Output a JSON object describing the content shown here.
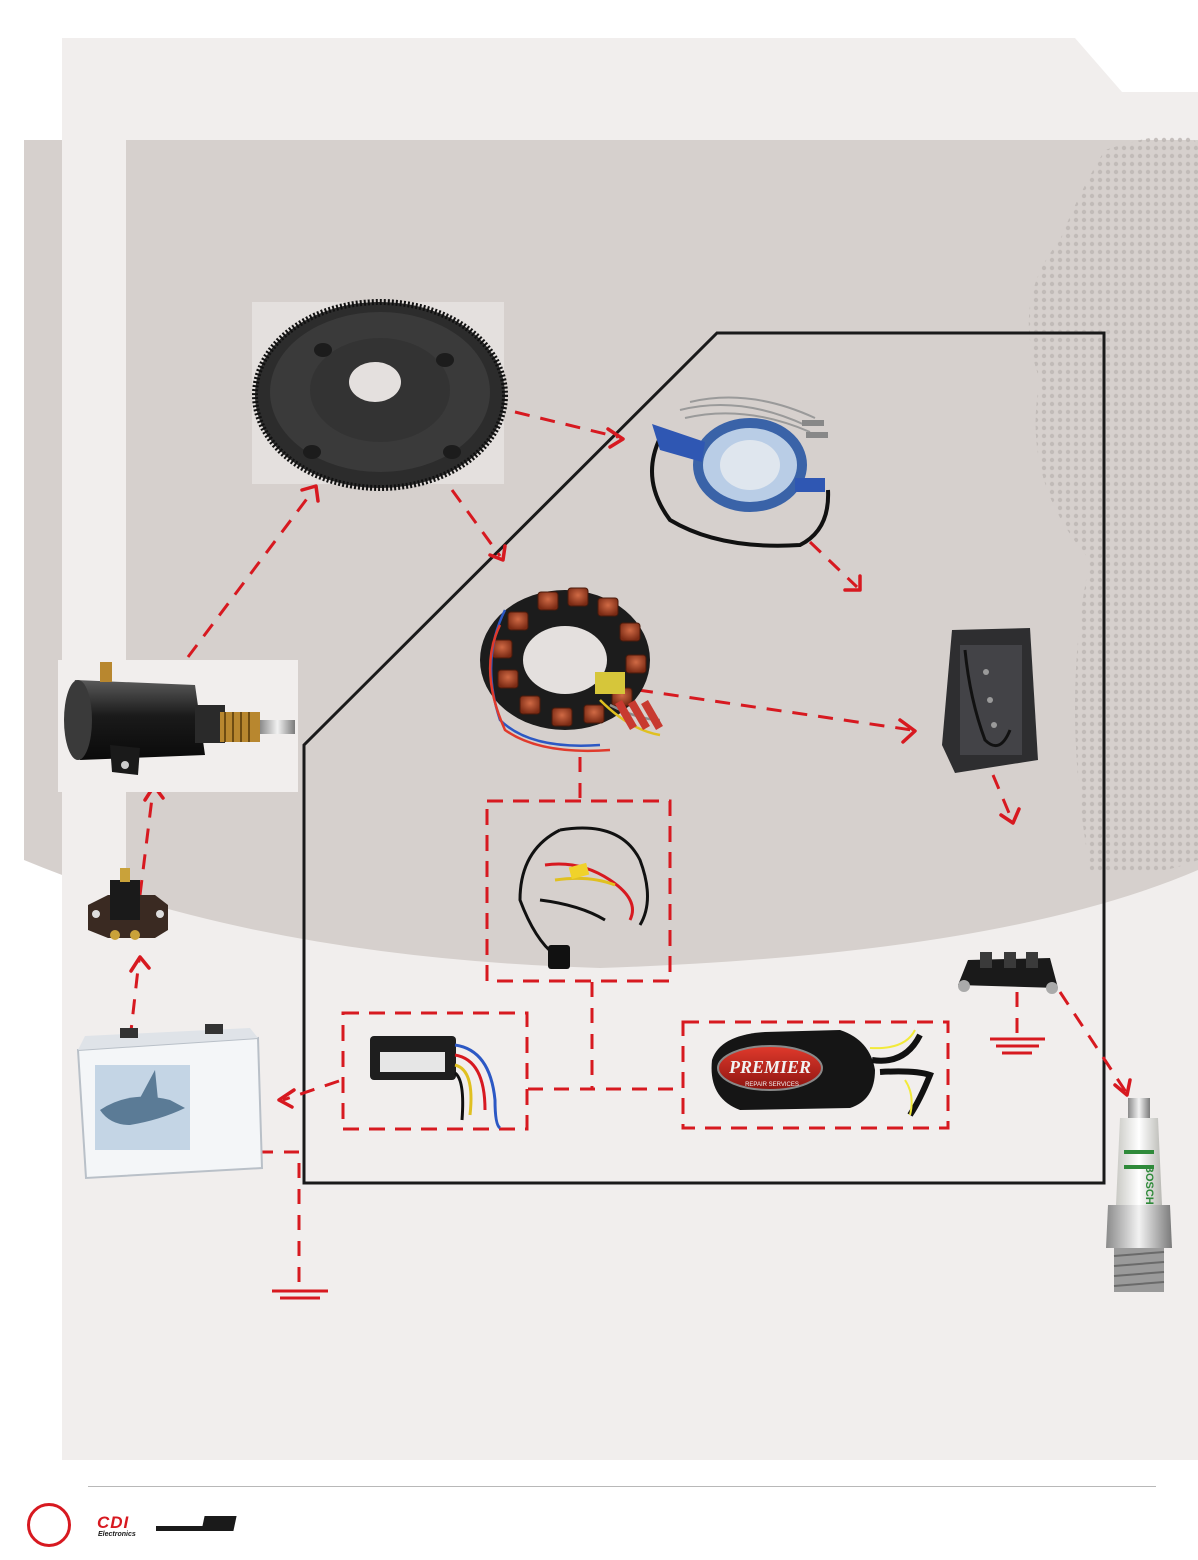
{
  "components": [
    {
      "id": "flywheel",
      "icon": "flywheel-icon"
    },
    {
      "id": "trigger",
      "icon": "trigger-coil-icon"
    },
    {
      "id": "stator",
      "icon": "stator-icon"
    },
    {
      "id": "power-pack",
      "icon": "power-pack-icon"
    },
    {
      "id": "harness",
      "icon": "wiring-harness-icon"
    },
    {
      "id": "rectifier",
      "icon": "rectifier-icon"
    },
    {
      "id": "premier",
      "icon": "premier-module-icon",
      "label": "PREMIER",
      "sublabel": "REPAIR SERVICES"
    },
    {
      "id": "coil",
      "icon": "ignition-coil-icon"
    },
    {
      "id": "spark-plug",
      "icon": "spark-plug-icon",
      "label": "BOSCH"
    },
    {
      "id": "starter",
      "icon": "starter-motor-icon"
    },
    {
      "id": "solenoid",
      "icon": "solenoid-icon"
    },
    {
      "id": "battery",
      "icon": "battery-icon"
    }
  ],
  "footer": {
    "logo_text": "CDI",
    "logo_subtext": "Electronics",
    "page_number": ""
  },
  "colors": {
    "arrow": "#d71920",
    "outline": "#1a1a1a",
    "panel": "#f1eeed",
    "band": "#d6d0cd"
  }
}
